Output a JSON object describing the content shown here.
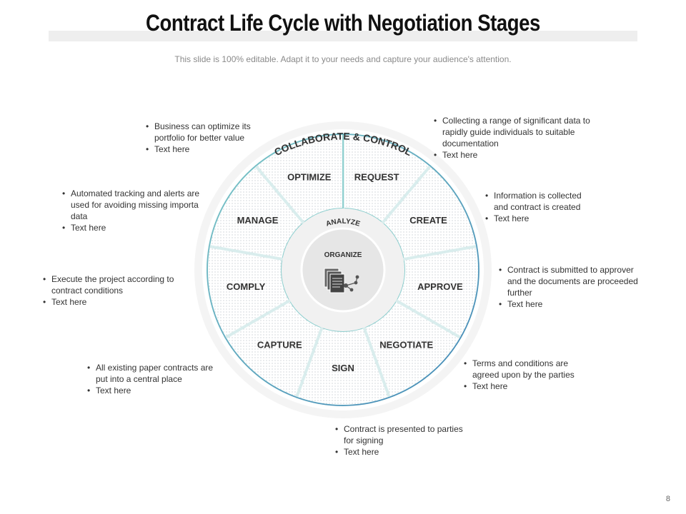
{
  "slide": {
    "title": "Contract Life Cycle with Negotiation Stages",
    "subtitle": "This slide is 100% editable. Adapt it to your needs and capture your audience's attention.",
    "page_number": "8"
  },
  "wheel": {
    "outer_arc_text": "COLLABORATE & CONTROL",
    "inner_arc_text": "ANALYZE",
    "center_label": "ORGANIZE",
    "center_icon": "documents-network-icon",
    "segments": [
      "REQUEST",
      "CREATE",
      "APPROVE",
      "NEGOTIATE",
      "SIGN",
      "CAPTURE",
      "COMPLY",
      "MANAGE",
      "OPTIMIZE"
    ]
  },
  "notes": {
    "request": [
      "Collecting a range of significant data to",
      "rapidly guide individuals to suitable",
      "documentation",
      "Text here"
    ],
    "create": [
      "Information is collected",
      "and contract is created",
      "Text here"
    ],
    "approve": [
      "Contract is submitted to approver",
      "and the documents are proceeded",
      "further",
      "Text here"
    ],
    "negotiate": [
      "Terms and conditions are",
      "agreed upon by the parties",
      "Text here"
    ],
    "sign": [
      "Contract is presented to parties",
      "for signing",
      "Text here"
    ],
    "capture": [
      "All existing paper contracts are",
      "put into a central place",
      "Text here"
    ],
    "comply": [
      "Execute the project according to",
      "contract conditions",
      "Text here"
    ],
    "manage": [
      "Automated tracking and alerts are",
      "used for avoiding missing importa",
      "data",
      "Text here"
    ],
    "optimize": [
      "Business can optimize its",
      "portfolio for better value",
      "Text here"
    ]
  }
}
